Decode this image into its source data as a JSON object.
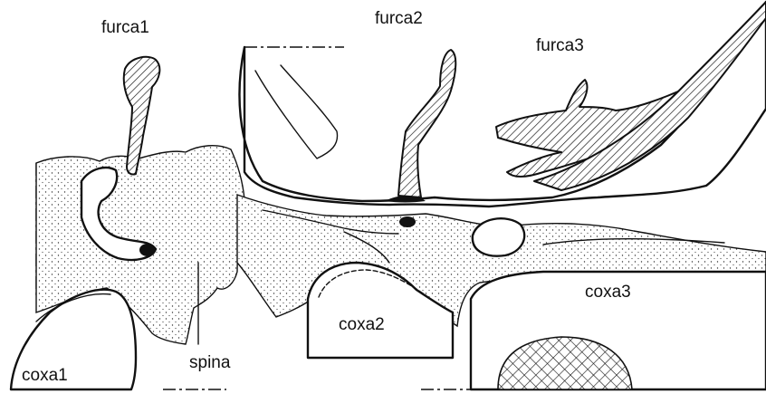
{
  "labels": {
    "furca1": "furca1",
    "furca2": "furca2",
    "furca3": "furca3",
    "coxa1": "coxa1",
    "coxa2": "coxa2",
    "coxa3": "coxa3",
    "spina": "spina"
  }
}
